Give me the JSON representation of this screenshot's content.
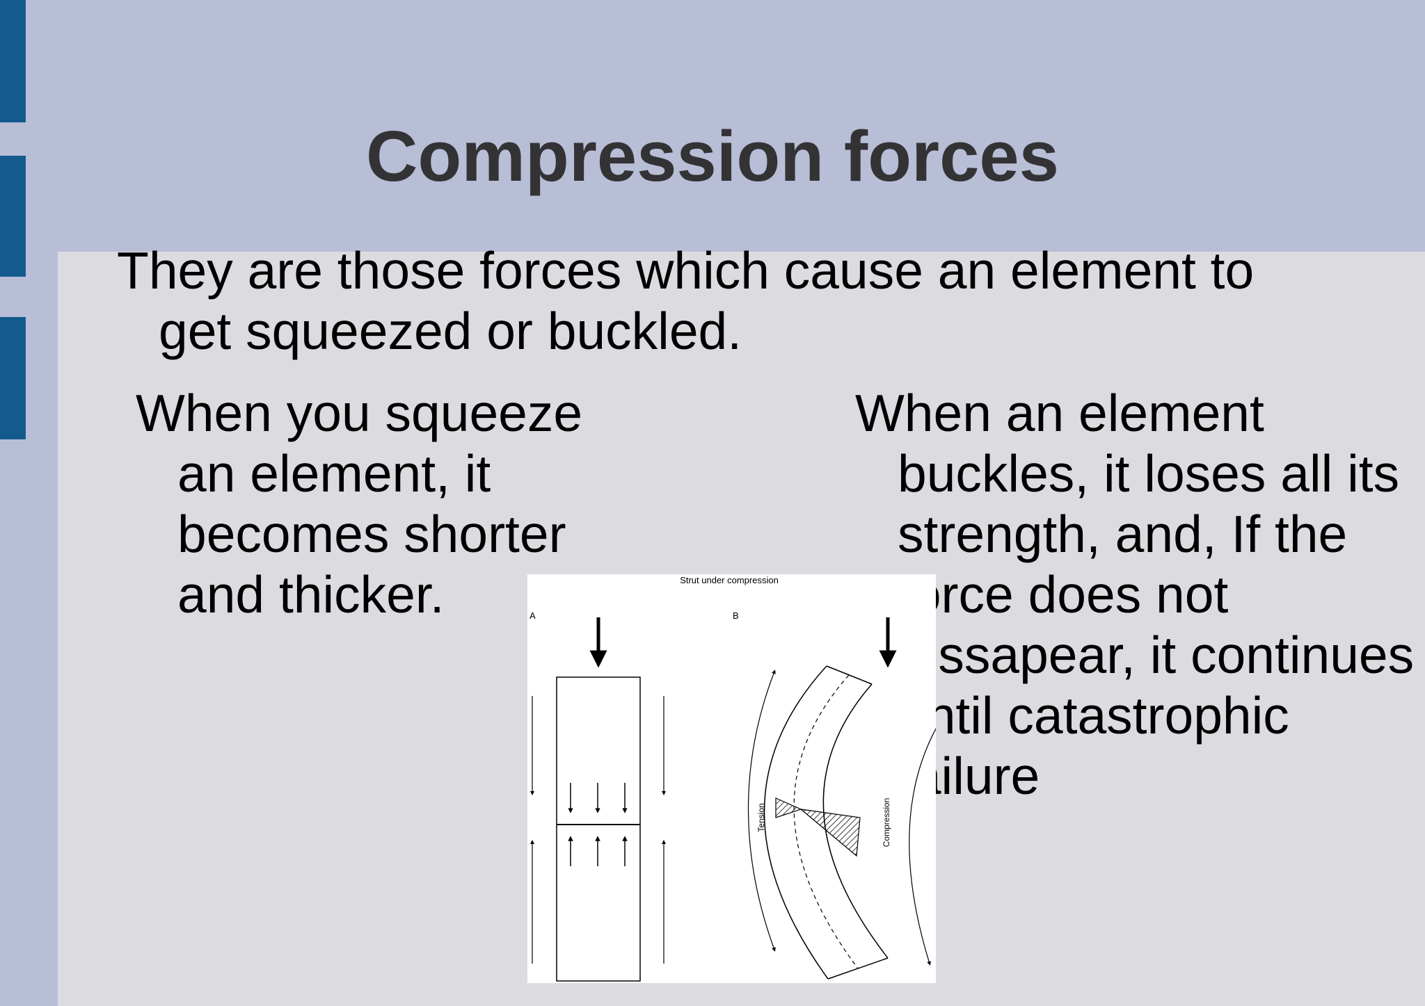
{
  "slide": {
    "title": "Compression forces",
    "intro": {
      "line1": "They are those forces which cause an element to",
      "line2": "get squeezed or buckled."
    },
    "left_column": [
      "When you squeeze",
      "an element, it",
      "becomes shorter",
      "and thicker."
    ],
    "right_column": [
      "When an element",
      "buckles, it  loses all its",
      "strength, and, If the",
      "force does not",
      "dissapear, it continues",
      "until catastrophic",
      "failure"
    ],
    "diagram": {
      "title": "Strut under compression",
      "panel_a_label": "A",
      "panel_b_label": "B",
      "tension_label": "Tension",
      "compression_label": "Compression"
    }
  },
  "colors": {
    "header_background": "#b9bed7",
    "side_tabs": "#145a8d",
    "content_background": "#dcdce0",
    "title_text": "#333336"
  }
}
